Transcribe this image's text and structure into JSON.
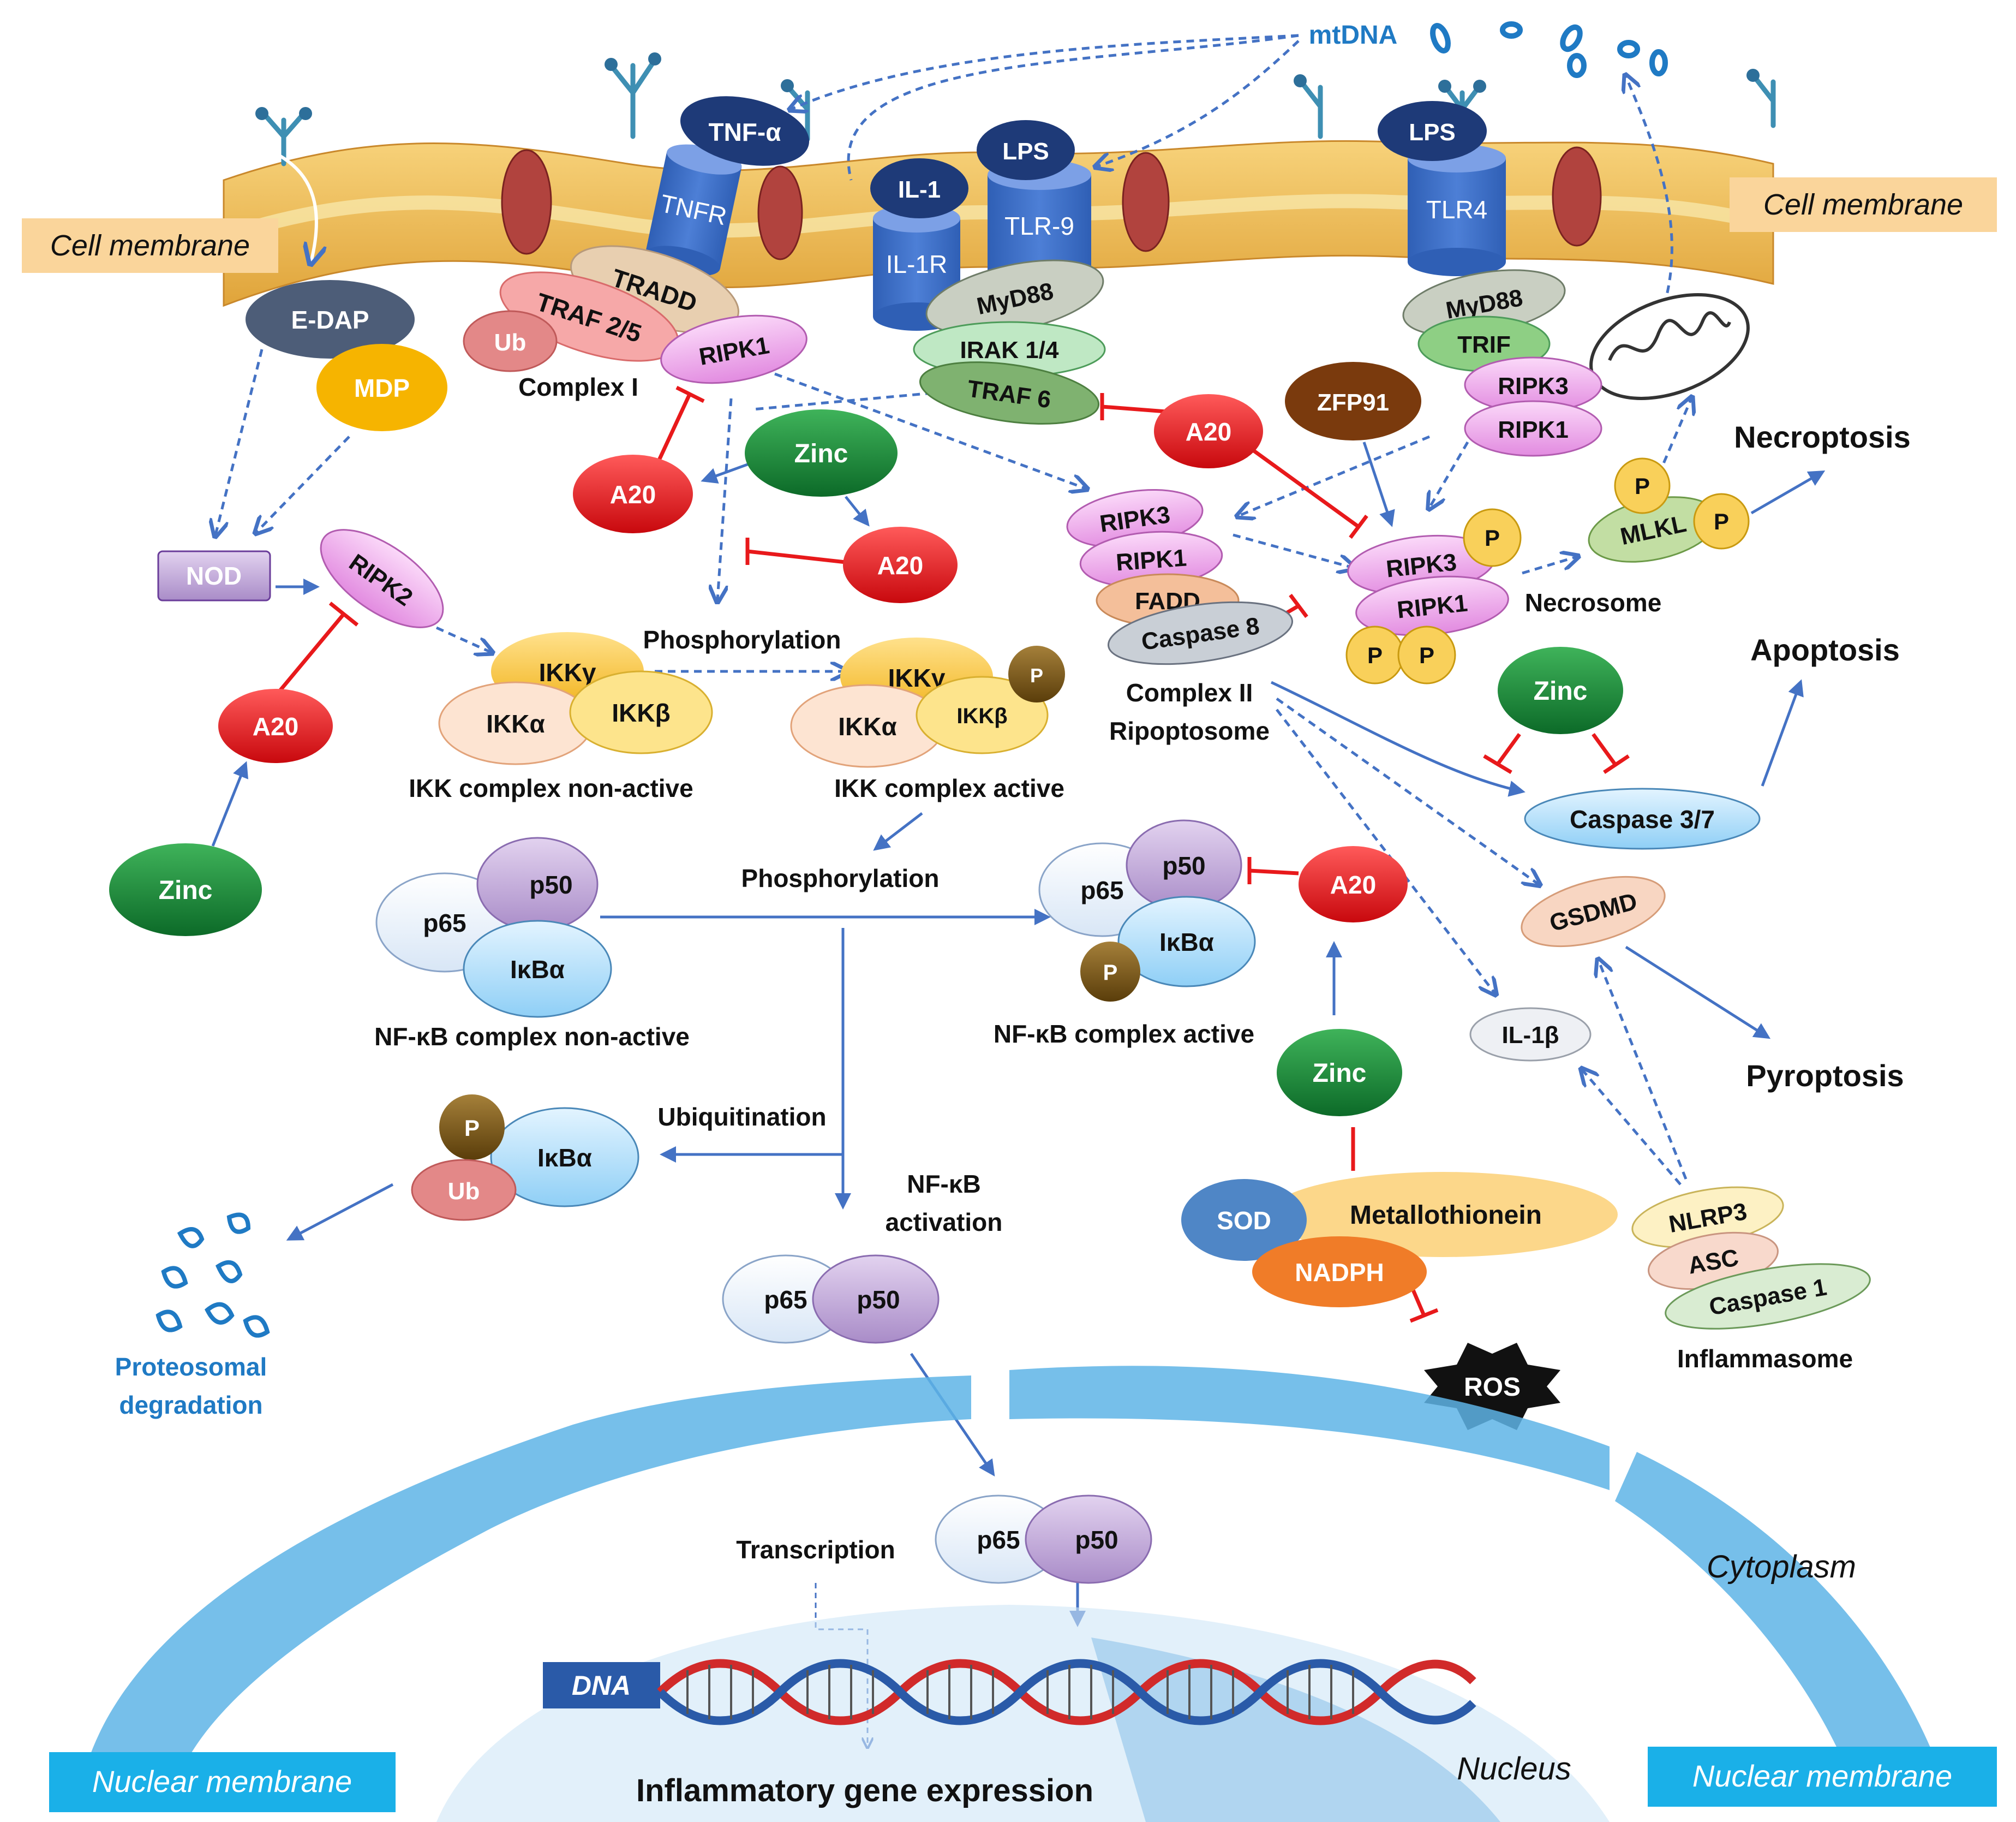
{
  "colors": {
    "arrow_blue": "#4472c4",
    "inhibit_red": "#e8191b",
    "mtdna_blue": "#1f7ac4",
    "membrane_orange": "#f2c14e",
    "label_tan": "#fad59b",
    "label_cyan": "#1ab0e8",
    "zinc_green": "#1a8a3a",
    "a20_red": "#e8141b",
    "nucleus_blue": "#5eb4e6"
  },
  "labels": {
    "cell_membrane_left": "Cell membrane",
    "cell_membrane_right": "Cell membrane",
    "nuclear_membrane_left": "Nuclear  membrane",
    "nuclear_membrane_right": "Nuclear  membrane",
    "cytoplasm": "Cytoplasm",
    "nucleus": "Nucleus",
    "dna": "DNA",
    "mtdna": "mtDNA",
    "necroptosis": "Necroptosis",
    "apoptosis": "Apoptosis",
    "pyroptosis": "Pyroptosis",
    "complex_i": "Complex I",
    "complex_ii": "Complex II",
    "ripoptosome": "Ripoptosome",
    "necrosome": "Necrosome",
    "inflammasome": "Inflammasome",
    "phosphorylation_1": "Phosphorylation",
    "phosphorylation_2": "Phosphorylation",
    "ikk_nonactive": "IKK complex non-active",
    "ikk_active": "IKK complex active",
    "nfkb_nonactive": "NF-κB complex non-active",
    "nfkb_active": "NF-κB complex active",
    "ubiquitination": "Ubiquitination",
    "nfkb_activation_1": "NF-κB",
    "nfkb_activation_2": "activation",
    "proteosomal_1": "Proteosomal",
    "proteosomal_2": "degradation",
    "transcription": "Transcription",
    "gene_expression": "Inflammatory gene expression"
  },
  "molecules": {
    "tnf_alpha": "TNF-α",
    "tnfr": "TNFR",
    "il1": "IL-1",
    "il1r": "IL-1R",
    "lps_1": "LPS",
    "tlr9": "TLR-9",
    "lps_2": "LPS",
    "tlr4": "TLR4",
    "edap": "E-DAP",
    "mdp": "MDP",
    "tradd": "TRADD",
    "traf25": "TRAF 2/5",
    "ub_1": "Ub",
    "ripk1_c1": "RIPK1",
    "myd88_1": "MyD88",
    "irak": "IRAK 1/4",
    "traf6": "TRAF 6",
    "myd88_2": "MyD88",
    "trif": "TRIF",
    "ripk3_tlr4": "RIPK3",
    "ripk1_tlr4": "RIPK1",
    "zfp91": "ZFP91",
    "a20_1": "A20",
    "a20_2": "A20",
    "a20_3": "A20",
    "a20_4": "A20",
    "a20_5": "A20",
    "zinc_1": "Zinc",
    "zinc_2": "Zinc",
    "zinc_3": "Zinc",
    "zinc_4": "Zinc",
    "nod": "NOD",
    "ripk2": "RIPK2",
    "ikk_gamma_1": "IKKγ",
    "ikk_alpha_1": "IKKα",
    "ikk_beta_1": "IKKβ",
    "ikk_gamma_2": "IKKγ",
    "ikk_alpha_2": "IKKα",
    "ikk_beta_2": "IKKβ",
    "p_ikk": "P",
    "ripk3_c2": "RIPK3",
    "ripk1_c2": "RIPK1",
    "fadd": "FADD",
    "caspase8": "Caspase 8",
    "ripk3_nec": "RIPK3",
    "ripk1_nec": "RIPK1",
    "p_nec_1": "P",
    "p_nec_2": "P",
    "p_nec_3": "P",
    "mlkl": "MLKL",
    "p_mlkl_1": "P",
    "p_mlkl_2": "P",
    "caspase37": "Caspase 3/7",
    "gsdmd": "GSDMD",
    "il1b": "IL-1β",
    "nlrp3": "NLRP3",
    "asc": "ASC",
    "caspase1": "Caspase 1",
    "p65_1": "p65",
    "p50_1": "p50",
    "ikba_1": "IκBα",
    "p65_2": "p65",
    "p50_2": "p50",
    "ikba_2": "IκBα",
    "p_nfkb": "P",
    "p_ikba": "P",
    "ub_2": "Ub",
    "ikba_3": "IκBα",
    "p65_3": "p65",
    "p50_3": "p50",
    "p65_4": "p65",
    "p50_4": "p50",
    "sod": "SOD",
    "metallothionein": "Metallothionein",
    "nadph": "NADPH",
    "ros": "ROS"
  }
}
